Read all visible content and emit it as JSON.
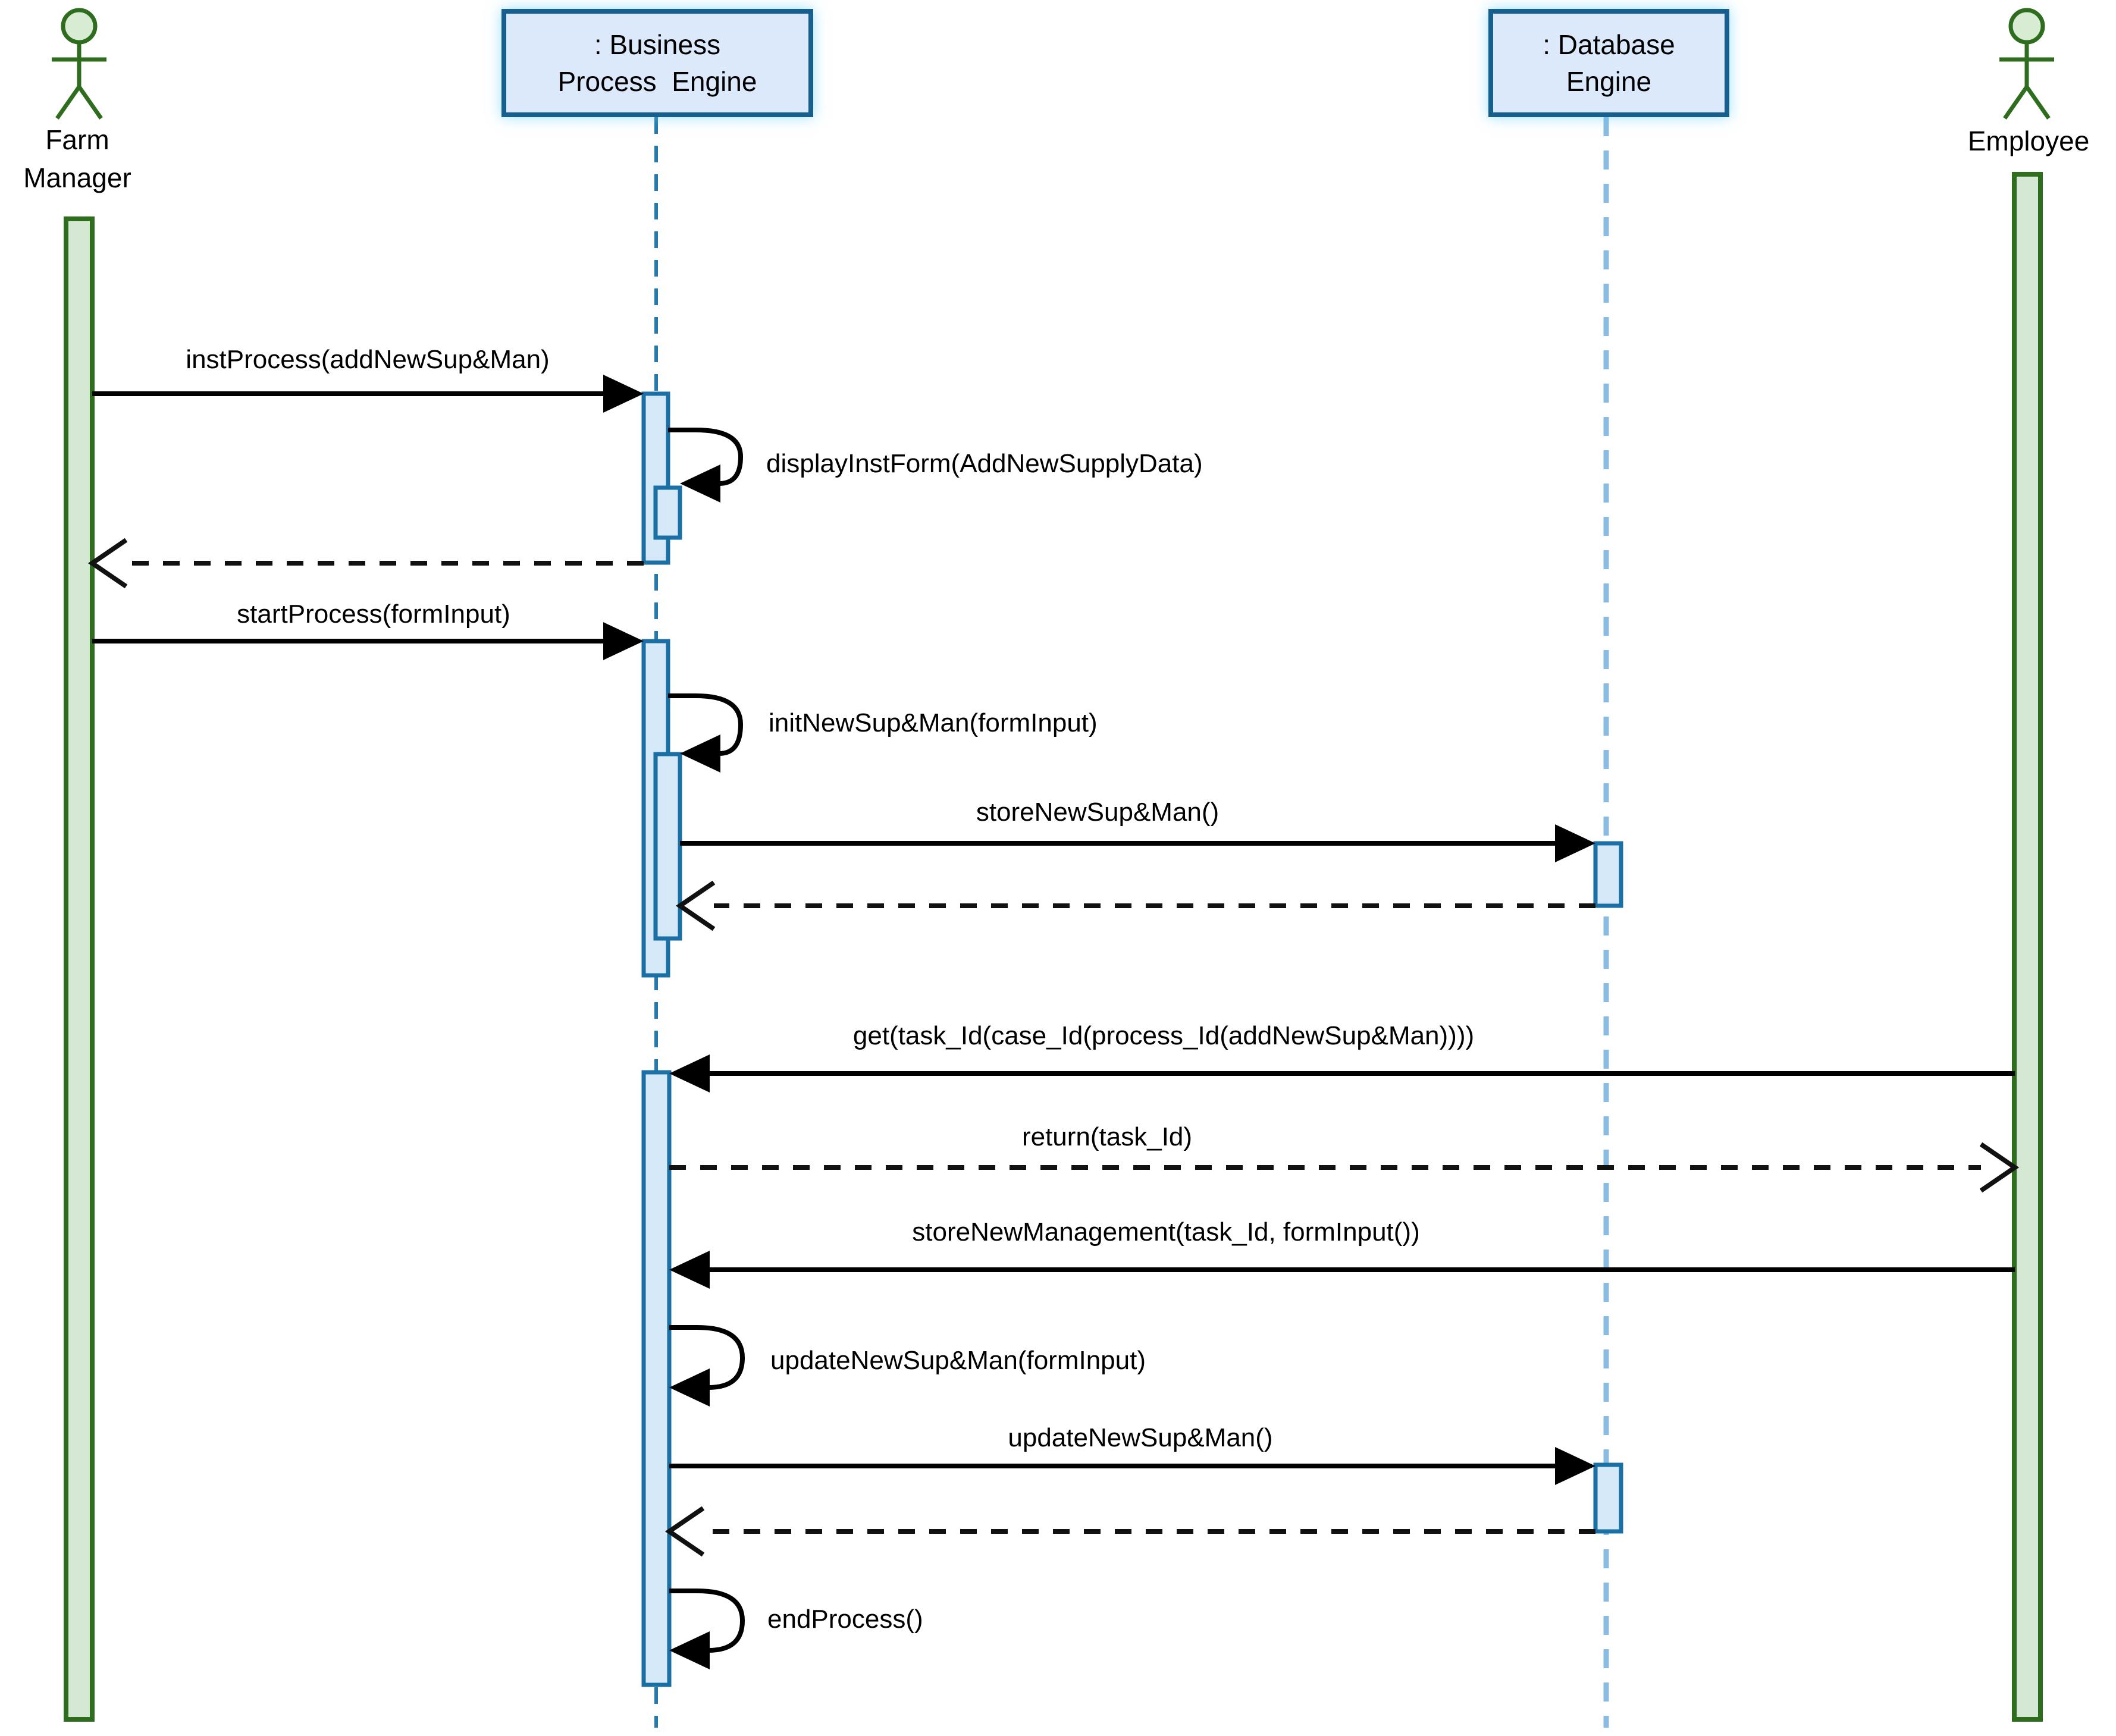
{
  "diagram_type": "UML sequence diagram",
  "colors": {
    "actor_stroke": "#2e6d1e",
    "actor_head_fill": "#d7ecd2",
    "actor_bar_fill": "#d5e8d4",
    "object_fill": "#dbe9fb",
    "object_border": "#15608f",
    "activation_fill": "#d6e9f8",
    "activation_border": "#1a6fa5",
    "bpe_lifeline": "#2579ad",
    "db_lifeline": "#8abbe0",
    "message_color": "#000000"
  },
  "actors": [
    {
      "id": "farm-manager",
      "line1": "Farm",
      "line2": "Manager"
    },
    {
      "id": "employee",
      "line1": "Employee"
    }
  ],
  "objects": [
    {
      "id": "business-process-engine",
      "line1": ": Business",
      "line2": "Process  Engine"
    },
    {
      "id": "database-engine",
      "line1": ": Database",
      "line2": "Engine"
    }
  ],
  "messages": [
    {
      "n": 1,
      "label": "instProcess(addNewSup&Man)",
      "type": "sync",
      "from": "farm-manager",
      "to": "business-process-engine"
    },
    {
      "n": 2,
      "label": "displayInstForm(AddNewSupplyData)",
      "type": "self",
      "from": "business-process-engine",
      "to": "business-process-engine"
    },
    {
      "n": 3,
      "label": "",
      "type": "return",
      "from": "business-process-engine",
      "to": "farm-manager"
    },
    {
      "n": 4,
      "label": "startProcess(formInput)",
      "type": "sync",
      "from": "farm-manager",
      "to": "business-process-engine"
    },
    {
      "n": 5,
      "label": "initNewSup&Man(formInput)",
      "type": "self",
      "from": "business-process-engine",
      "to": "business-process-engine"
    },
    {
      "n": 6,
      "label": "storeNewSup&Man()",
      "type": "sync",
      "from": "business-process-engine",
      "to": "database-engine"
    },
    {
      "n": 7,
      "label": "",
      "type": "return",
      "from": "database-engine",
      "to": "business-process-engine"
    },
    {
      "n": 8,
      "label": "get(task_Id(case_Id(process_Id(addNewSup&Man))))",
      "type": "sync",
      "from": "employee",
      "to": "business-process-engine"
    },
    {
      "n": 9,
      "label": "return(task_Id)",
      "type": "return",
      "from": "business-process-engine",
      "to": "employee"
    },
    {
      "n": 10,
      "label": "storeNewManagement(task_Id, formInput())",
      "type": "sync",
      "from": "employee",
      "to": "business-process-engine"
    },
    {
      "n": 11,
      "label": "updateNewSup&Man(formInput)",
      "type": "self",
      "from": "business-process-engine",
      "to": "business-process-engine"
    },
    {
      "n": 12,
      "label": "updateNewSup&Man()",
      "type": "sync",
      "from": "business-process-engine",
      "to": "database-engine"
    },
    {
      "n": 13,
      "label": "",
      "type": "return",
      "from": "database-engine",
      "to": "business-process-engine"
    },
    {
      "n": 14,
      "label": "endProcess()",
      "type": "self",
      "from": "business-process-engine",
      "to": "business-process-engine"
    }
  ]
}
